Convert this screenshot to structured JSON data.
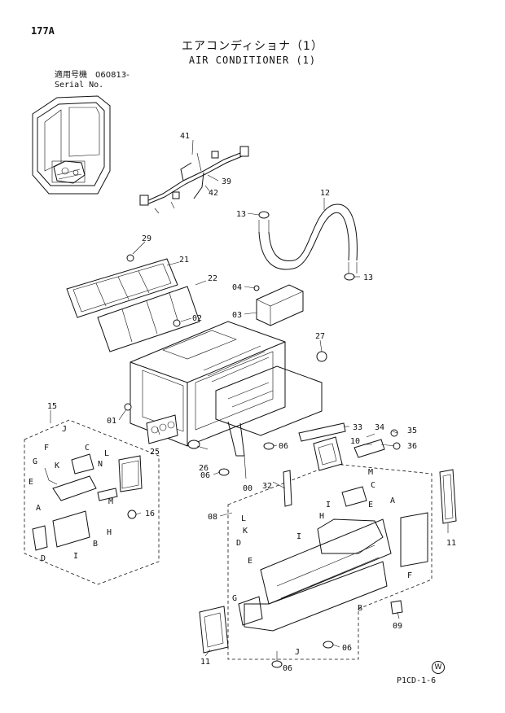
{
  "header": {
    "page_code": "177A",
    "title_jp": "エアコンディショナ（1）",
    "title_en": "AIR CONDITIONER (1)",
    "serial_label_jp": "適用号機　060813-",
    "serial_label_en": "Serial No."
  },
  "footer": {
    "code": "P1CD-1-6",
    "mark": "W"
  },
  "callouts": {
    "c41": "41",
    "c39": "39",
    "c42": "42",
    "c12": "12",
    "c13a": "13",
    "c13b": "13",
    "c29": "29",
    "c21": "21",
    "c22": "22",
    "c04": "04",
    "c03": "03",
    "c02": "02",
    "c27": "27",
    "c15": "15",
    "c01": "01",
    "c25": "25",
    "c26": "26",
    "c06a": "06",
    "c06b": "06",
    "c06c": "06",
    "c06d": "06",
    "c00": "00",
    "c33": "33",
    "c35": "35",
    "c10": "10",
    "c34": "34",
    "c36": "36",
    "c32": "32",
    "c08": "08",
    "c16": "16",
    "c11a": "11",
    "c11b": "11",
    "c09": "09",
    "lJ": "J",
    "lC": "C",
    "lF": "F",
    "lG": "G",
    "lK": "K",
    "lE": "E",
    "lN": "N",
    "lL": "L",
    "lA": "A",
    "lM": "M",
    "lH": "H",
    "lB": "B",
    "lD": "D",
    "lI": "I",
    "rM": "M",
    "rC": "C",
    "rI": "I",
    "rH": "H",
    "rE": "E",
    "rA": "A",
    "rL": "L",
    "rK": "K",
    "rD": "D",
    "rE2": "E",
    "rI2": "I",
    "rF": "F",
    "rG": "G",
    "rB": "B",
    "rJ": "J"
  }
}
